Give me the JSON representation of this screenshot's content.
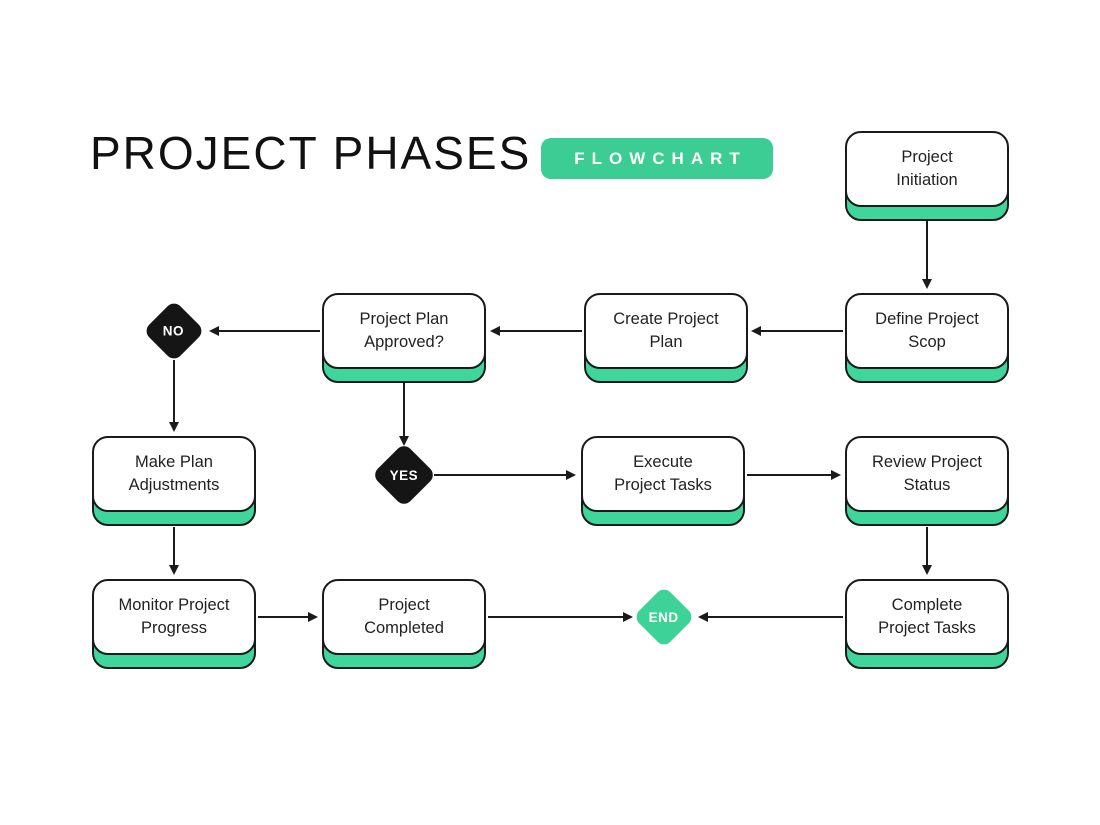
{
  "title": "PROJECT PHASES",
  "badge": {
    "label": "FLOWCHART"
  },
  "colors": {
    "accent_green": "#3ed69b",
    "badge_green": "#3ccd94",
    "end_green": "#3dd398",
    "ink": "#1a1a1a",
    "background": "#ffffff"
  },
  "nodes": [
    {
      "id": "project-initiation",
      "label": "Project\nInitiation"
    },
    {
      "id": "define-project-scop",
      "label": "Define Project\nScop"
    },
    {
      "id": "create-project-plan",
      "label": "Create Project\nPlan"
    },
    {
      "id": "project-plan-approved",
      "label": "Project Plan\nApproved?"
    },
    {
      "id": "make-plan-adjustments",
      "label": "Make Plan\nAdjustments"
    },
    {
      "id": "execute-project-tasks",
      "label": "Execute\nProject Tasks"
    },
    {
      "id": "review-project-status",
      "label": "Review Project\nStatus"
    },
    {
      "id": "monitor-project-progress",
      "label": "Monitor Project\nProgress"
    },
    {
      "id": "project-completed",
      "label": "Project\nCompleted"
    },
    {
      "id": "complete-project-tasks",
      "label": "Complete\nProject Tasks"
    }
  ],
  "decisions": [
    {
      "id": "no",
      "label": "NO"
    },
    {
      "id": "yes",
      "label": "YES"
    },
    {
      "id": "end",
      "label": "END"
    }
  ]
}
